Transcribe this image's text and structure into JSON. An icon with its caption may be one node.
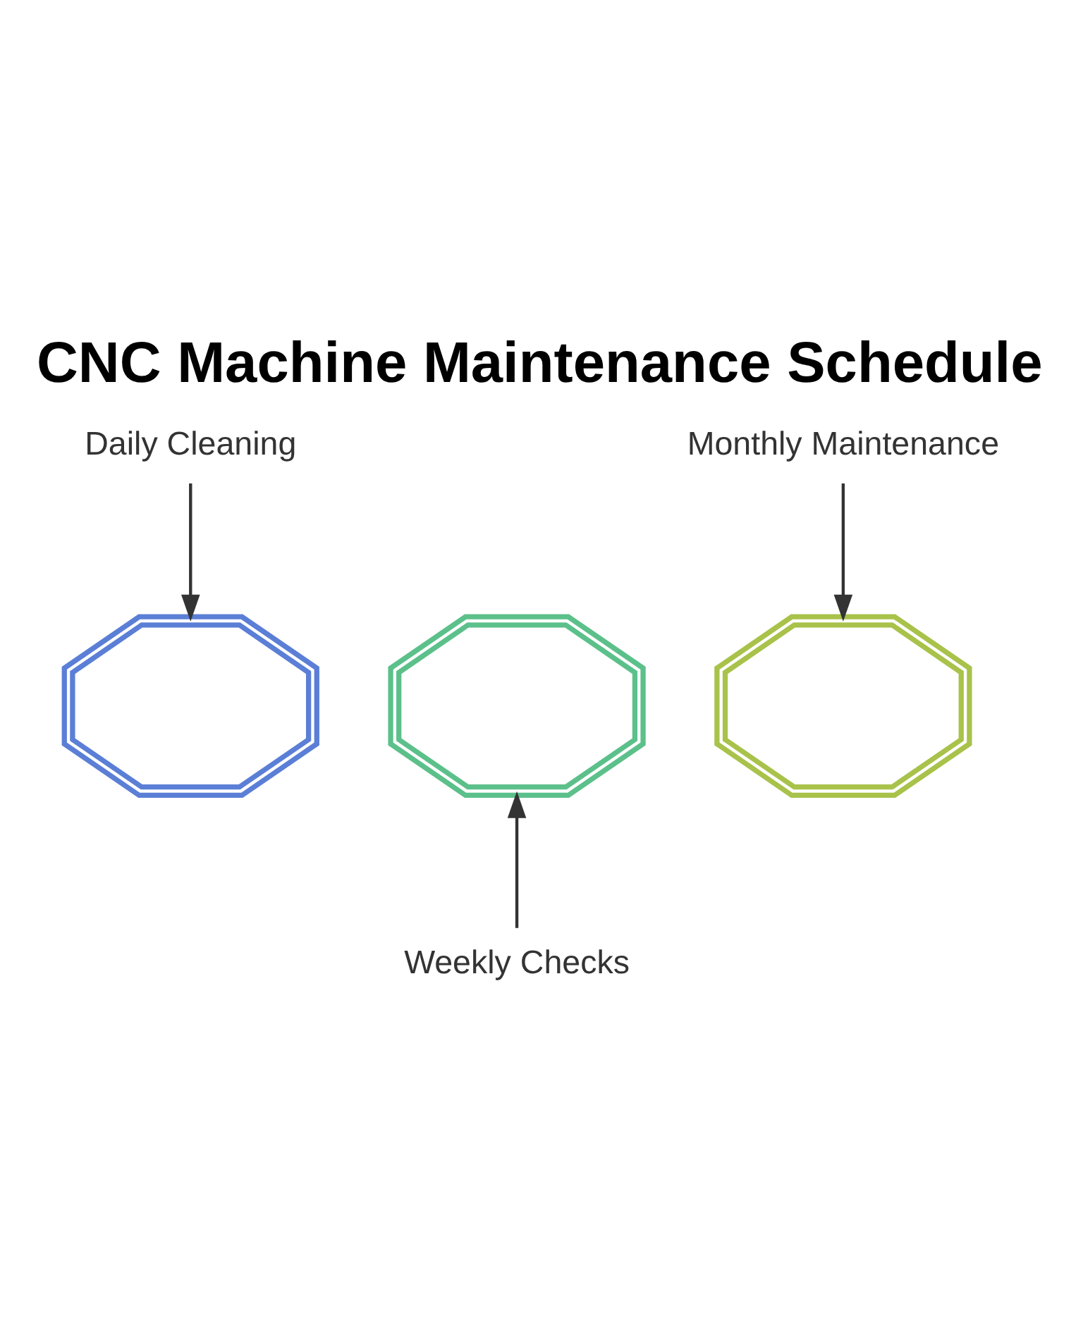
{
  "diagram": {
    "title": "CNC Machine Maintenance Schedule",
    "nodes": [
      {
        "text": [
          "Daily Cleaning"
        ]
      },
      {
        "text": [
          "Monthly Maintenance"
        ]
      },
      {
        "text": [],
        "shape": "picture"
      },
      {
        "text": [],
        "shape": "picture"
      },
      {
        "text": [],
        "shape": "picture"
      },
      {
        "text": [
          "Weekly Checks"
        ]
      }
    ],
    "edges": [
      {
        "from": 0,
        "to": 2,
        "arrow": "to"
      },
      {
        "from": 1,
        "to": 4,
        "arrow": "to"
      },
      {
        "from": 5,
        "to": 3,
        "arrow": "to"
      }
    ]
  }
}
